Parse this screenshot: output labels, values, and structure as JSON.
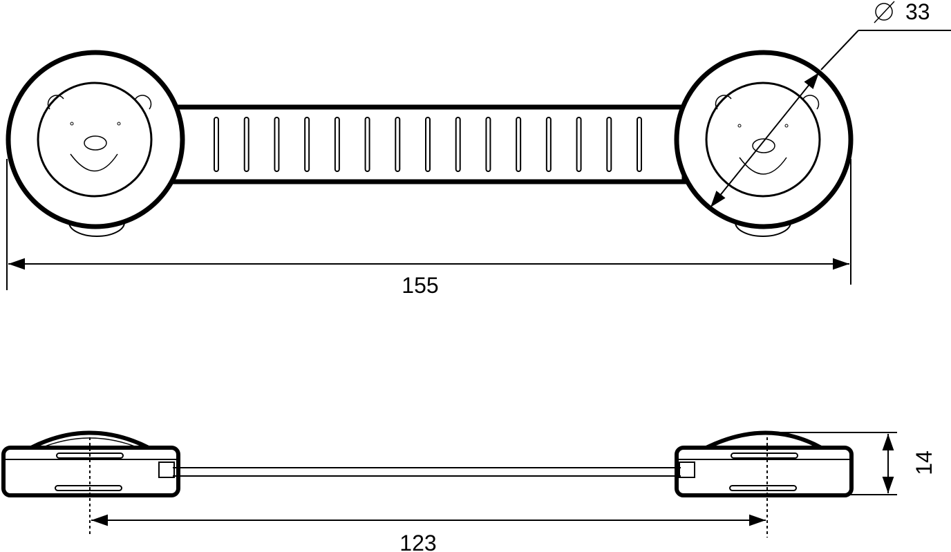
{
  "drawing": {
    "top_view": {
      "overall_length_label": "155",
      "diameter_label": "33",
      "diameter_symbol": "⌀",
      "slot_count": 15
    },
    "side_view": {
      "center_distance_label": "123",
      "height_label": "14"
    },
    "colors": {
      "line": "#000000",
      "background": "#ffffff"
    }
  }
}
